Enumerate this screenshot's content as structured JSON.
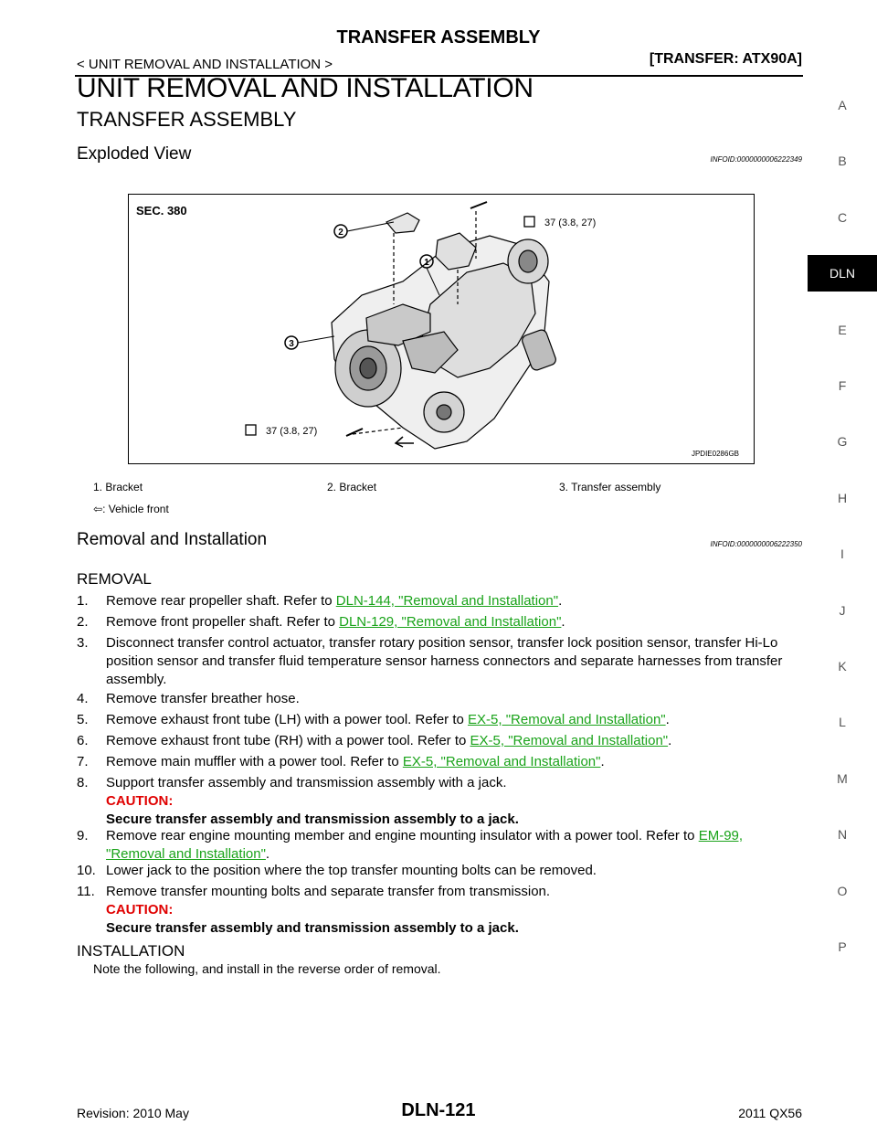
{
  "header": {
    "title": "TRANSFER ASSEMBLY",
    "breadcrumb": "< UNIT REMOVAL AND INSTALLATION >",
    "model": "[TRANSFER: ATX90A]"
  },
  "page_heading": "UNIT REMOVAL AND INSTALLATION",
  "section_title": "TRANSFER ASSEMBLY",
  "exploded_view": {
    "heading": "Exploded View",
    "infoid": "INFOID:0000000006222349",
    "figure": {
      "sec_label": "SEC. 380",
      "torque_top": "37 (3.8, 27)",
      "torque_bottom": "37 (3.8, 27)",
      "callout_1": "1",
      "callout_2": "2",
      "callout_3": "3",
      "figure_id": "JPDIE0286GB"
    },
    "legend": {
      "item1": "1.   Bracket",
      "item2": "2.   Bracket",
      "item3": "3.   Transfer assembly",
      "vehicle_front": ": Vehicle front"
    }
  },
  "removal_installation": {
    "heading": "Removal and Installation",
    "infoid": "INFOID:0000000006222350",
    "removal_heading": "REMOVAL",
    "steps": [
      {
        "num": "1.",
        "text": "Remove rear propeller shaft. Refer to ",
        "link": "DLN-144, \"Removal and Installation\"",
        "after": "."
      },
      {
        "num": "2.",
        "text": "Remove front propeller shaft. Refer to ",
        "link": "DLN-129, \"Removal and Installation\"",
        "after": "."
      },
      {
        "num": "3.",
        "text": "Disconnect transfer control actuator, transfer rotary position sensor, transfer lock position sensor, transfer Hi-Lo position sensor and transfer fluid temperature sensor harness connectors and separate harnesses from transfer assembly."
      },
      {
        "num": "4.",
        "text": "Remove transfer breather hose."
      },
      {
        "num": "5.",
        "text": "Remove exhaust front tube (LH) with a power tool. Refer to ",
        "link": "EX-5, \"Removal and Installation\"",
        "after": "."
      },
      {
        "num": "6.",
        "text": "Remove exhaust front tube (RH) with a power tool. Refer to ",
        "link": "EX-5, \"Removal and Installation\"",
        "after": "."
      },
      {
        "num": "7.",
        "text": "Remove main muffler with a power tool. Refer to ",
        "link": "EX-5, \"Removal and Installation\"",
        "after": "."
      },
      {
        "num": "8.",
        "text": "Support transfer assembly and transmission assembly with a jack.",
        "caution": "CAUTION:",
        "caution_text": "Secure transfer assembly and transmission assembly to a jack."
      },
      {
        "num": "9.",
        "text": "Remove rear engine mounting member and engine mounting insulator with a power tool. Refer to ",
        "link": "EM-99, \"Removal and Installation\"",
        "after": "."
      },
      {
        "num": "10.",
        "text": "Lower jack to the position where the top transfer mounting bolts can be removed."
      },
      {
        "num": "11.",
        "text": "Remove transfer mounting bolts and separate transfer from transmission.",
        "caution": "CAUTION:",
        "caution_text": "Secure transfer assembly and transmission assembly to a jack."
      }
    ],
    "installation_heading": "INSTALLATION",
    "installation_text": "Note the following, and install in the reverse order of removal."
  },
  "sidebar": [
    "A",
    "B",
    "C",
    "DLN",
    "E",
    "F",
    "G",
    "H",
    "I",
    "J",
    "K",
    "L",
    "M",
    "N",
    "O",
    "P"
  ],
  "sidebar_active": "DLN",
  "footer": {
    "revision": "Revision: 2010 May",
    "page": "DLN-121",
    "model_year": "2011 QX56"
  },
  "colors": {
    "link": "#1aa31a",
    "caution": "#e00000",
    "sidebar_active_bg": "#000000"
  }
}
